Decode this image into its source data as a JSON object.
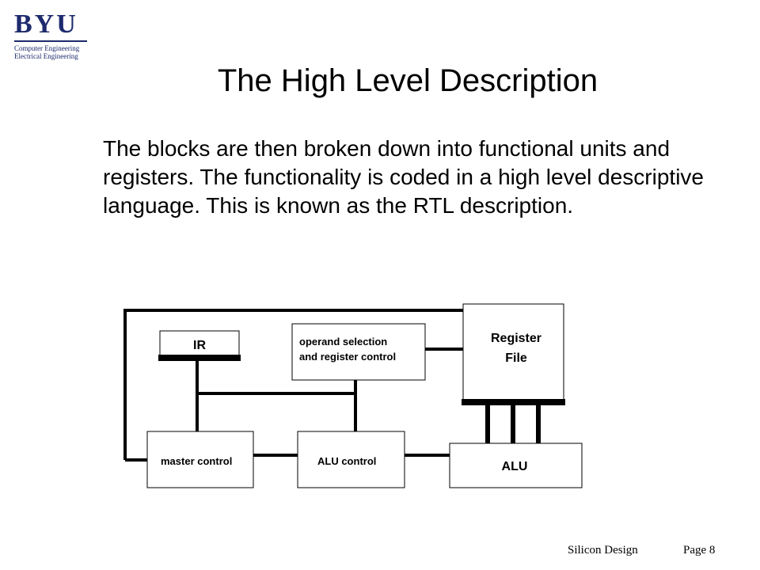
{
  "logo": {
    "mark": "BYU",
    "line1": "Computer Engineering",
    "line2": "Electrical Engineering"
  },
  "title": "The High Level Description",
  "body": "The blocks are then broken down into functional units and registers. The functionality is coded in a high level descriptive language. This is known as the RTL description.",
  "diagram": {
    "ir": "IR",
    "operand_line1": "operand selection",
    "operand_line2": "and register control",
    "register_line1": "Register",
    "register_line2": "File",
    "master_control": "master control",
    "alu_control": "ALU control",
    "alu": "ALU"
  },
  "footer": {
    "course": "Silicon Design",
    "page": "Page 8"
  }
}
